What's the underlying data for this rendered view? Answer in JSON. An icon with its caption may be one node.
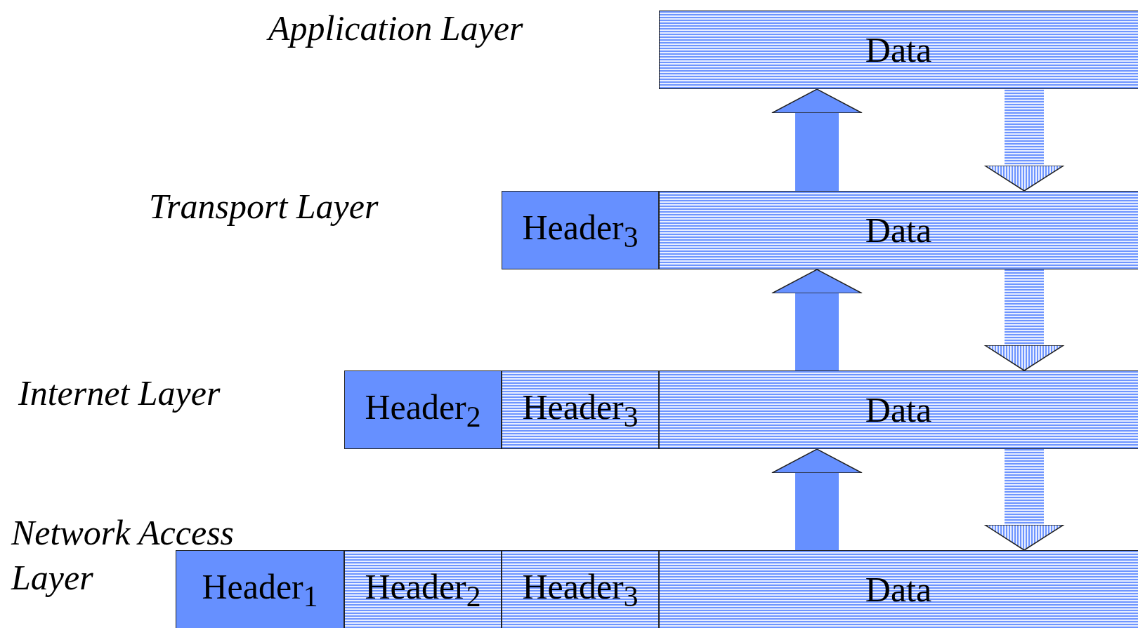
{
  "diagram": {
    "nodes": [
      {
        "text": [
          "Data"
        ]
      },
      {
        "text": [
          "Header$_{3}$"
        ]
      },
      {
        "text": [
          "Data"
        ]
      },
      {
        "text": [
          "Header$_{2}$"
        ]
      },
      {
        "text": [
          "Header$_{3}$"
        ]
      },
      {
        "text": [
          "Data"
        ]
      },
      {
        "text": [
          "Header$_{1}$"
        ]
      },
      {
        "text": [
          "Header$_{2}$"
        ]
      },
      {
        "text": [
          "Header$_{3}$"
        ]
      },
      {
        "text": [
          "Data"
        ]
      }
    ],
    "edges": [
      {
        "from": 2,
        "to": 0,
        "arrow": "to"
      },
      {
        "from": 0,
        "to": 2,
        "arrow": "to"
      },
      {
        "from": 5,
        "to": 2,
        "arrow": "to"
      },
      {
        "from": 2,
        "to": 5,
        "arrow": "to"
      },
      {
        "from": 9,
        "to": 5,
        "arrow": "to"
      },
      {
        "from": 5,
        "to": 9,
        "arrow": "to"
      }
    ],
    "labels": [
      "Application Layer",
      "Transport Layer",
      "Internet Layer",
      "Network Access Layer"
    ]
  }
}
